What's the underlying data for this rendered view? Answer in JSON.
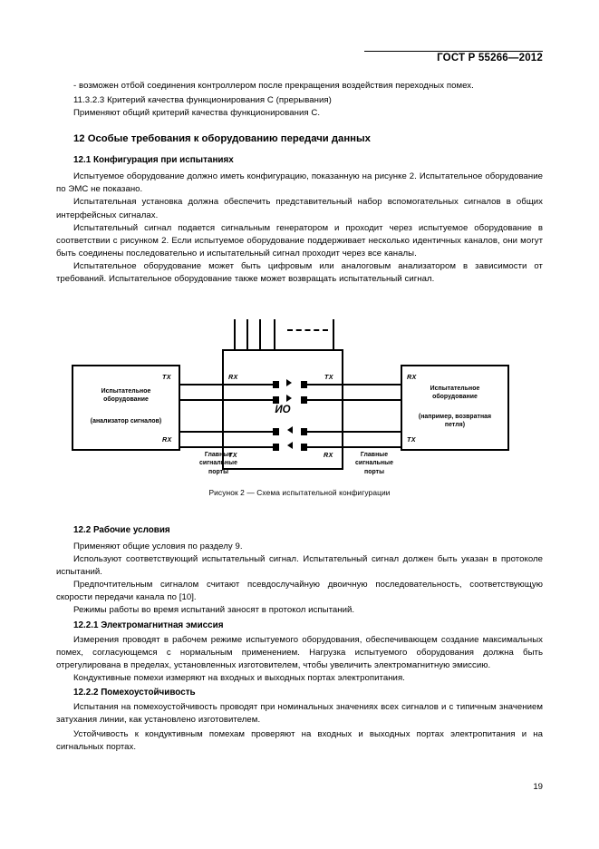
{
  "header": {
    "standard_title": "ГОСТ Р 55266—2012"
  },
  "footer": {
    "page_number": "19"
  },
  "content": {
    "p_dash_bullet": "-  возможен отбой соединения контроллером после прекращения воздействия переходных помех.",
    "h_11_3_2_3": "11.3.2.3  Критерий качества функционирования C (прерывания)",
    "p_criterion_c": "Применяют общий критерий качества функционирования C.",
    "h_section_12": "12  Особые требования к оборудованию передачи данных",
    "h_12_1": "12.1  Конфигурация при испытаниях",
    "p_12_1_a": "Испытуемое оборудование должно иметь конфигурацию, показанную на рисунке 2. Испытательное оборудование по ЭМС не показано.",
    "p_12_1_b": "Испытательная установка должна обеспечить представительный набор вспомогательных сигналов в общих интерфейсных сигналах.",
    "p_12_1_c": "Испытательный сигнал подается сигнальным генератором и проходит через испытуемое оборудование в соответствии с рисунком 2. Если испытуемое оборудование поддерживает несколько идентичных каналов, они могут быть соединены последовательно и испытательный сигнал проходит через все каналы.",
    "p_12_1_d": "Испытательное оборудование может быть цифровым или аналоговым анализатором в зависимости от требований. Испытательное оборудование также может возвращать испытательный сигнал.",
    "h_12_2": "12.2  Рабочие условия",
    "p_12_2_a": "Применяют общие условия по разделу 9.",
    "p_12_2_b": "Используют соответствующий испытательный сигнал. Испытательный сигнал должен быть указан в протоколе испытаний.",
    "p_12_2_c": "Предпочтительным сигналом считают псевдослучайную двоичную последовательность, соответствующую скорости передачи канала по [10].",
    "p_12_2_d": "Режимы работы во время испытаний заносят в протокол испытаний.",
    "h_12_2_1": "12.2.1  Электромагнитная эмиссия",
    "p_12_2_1_a": "Измерения проводят в рабочем режиме испытуемого оборудования, обеспечивающем создание максимальных помех, согласующемся с нормальным применением. Нагрузка испытуемого оборудования должна быть отрегулирована в пределах, установленных изготовителем, чтобы увеличить электромагнитную эмиссию.",
    "p_12_2_1_b": "Кондуктивные помехи измеряют на входных и выходных портах электропитания.",
    "h_12_2_2": "12.2.2  Помехоустойчивость",
    "p_12_2_2_a": "Испытания на помехоустойчивость проводят при номинальных значениях всех сигналов и с типичным значением затухания линии, как установлено изготовителем.",
    "p_12_2_2_b": "Устойчивость к кондуктивным помехам проверяют на входных и выходных портах электропитания и на сигнальных портах."
  },
  "figure": {
    "caption": "Рисунок 2 — Схема испытательной конфигурации",
    "left_box": {
      "line1": "Испытательное",
      "line2": "оборудование",
      "line3": "(анализатор сигналов)",
      "tag_top": "TX",
      "tag_bottom": "RX"
    },
    "right_box": {
      "line1": "Испытательное",
      "line2": "оборудование",
      "line3": "(например, возвратная",
      "line4": "петля)",
      "tag_top": "RX",
      "tag_bottom": "TX"
    },
    "mid_box": {
      "label": "ИО",
      "tag_left_top": "RX",
      "tag_left_bottom": "TX",
      "tag_right_top": "TX",
      "tag_right_bottom": "RX"
    },
    "ports_left": {
      "line1": "Главные",
      "line2": "сигнальные",
      "line3": "порты"
    },
    "ports_right": {
      "line1": "Главные",
      "line2": "сигнальные",
      "line3": "порты"
    }
  }
}
